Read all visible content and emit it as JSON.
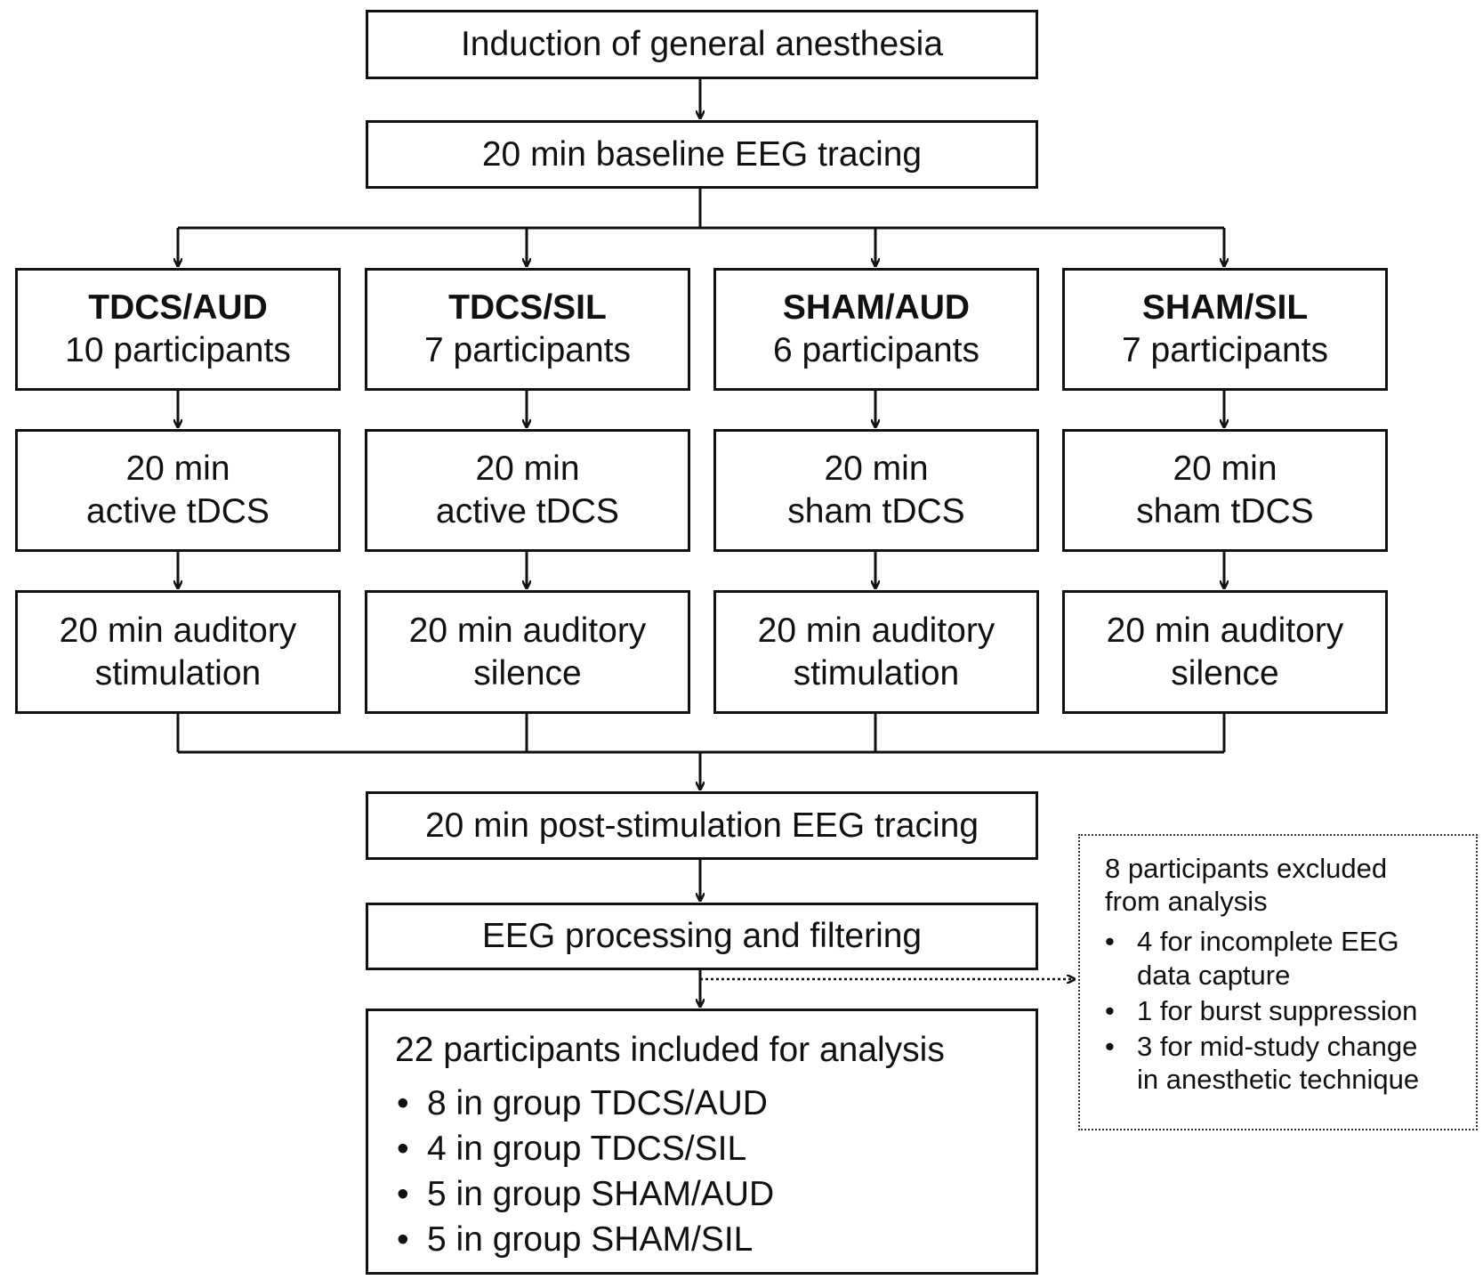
{
  "steps": {
    "induction": "Induction of general anesthesia",
    "baseline": "20 min baseline EEG tracing",
    "post": "20 min post-stimulation EEG tracing",
    "processing": "EEG processing and filtering"
  },
  "groups": [
    {
      "name": "TDCS/AUD",
      "participants": "10 participants",
      "tdcs": [
        "20 min",
        "active tDCS"
      ],
      "auditory": [
        "20 min auditory",
        "stimulation"
      ]
    },
    {
      "name": "TDCS/SIL",
      "participants": "7 participants",
      "tdcs": [
        "20 min",
        "active tDCS"
      ],
      "auditory": [
        "20 min auditory",
        "silence"
      ]
    },
    {
      "name": "SHAM/AUD",
      "participants": "6 participants",
      "tdcs": [
        "20 min",
        "sham tDCS"
      ],
      "auditory": [
        "20 min auditory",
        "stimulation"
      ]
    },
    {
      "name": "SHAM/SIL",
      "participants": "7 participants",
      "tdcs": [
        "20 min",
        "sham tDCS"
      ],
      "auditory": [
        "20 min auditory",
        "silence"
      ]
    }
  ],
  "included": {
    "title": "22 participants included for analysis",
    "items": [
      "8 in group TDCS/AUD",
      "4 in group TDCS/SIL",
      "5 in group SHAM/AUD",
      "5 in group SHAM/SIL"
    ]
  },
  "excluded": {
    "title_lines": [
      "8 participants excluded",
      "from analysis"
    ],
    "items": [
      [
        "4 for incomplete EEG",
        "data capture"
      ],
      [
        "1 for burst suppression"
      ],
      [
        "3 for mid-study change",
        "in anesthetic technique"
      ]
    ]
  }
}
